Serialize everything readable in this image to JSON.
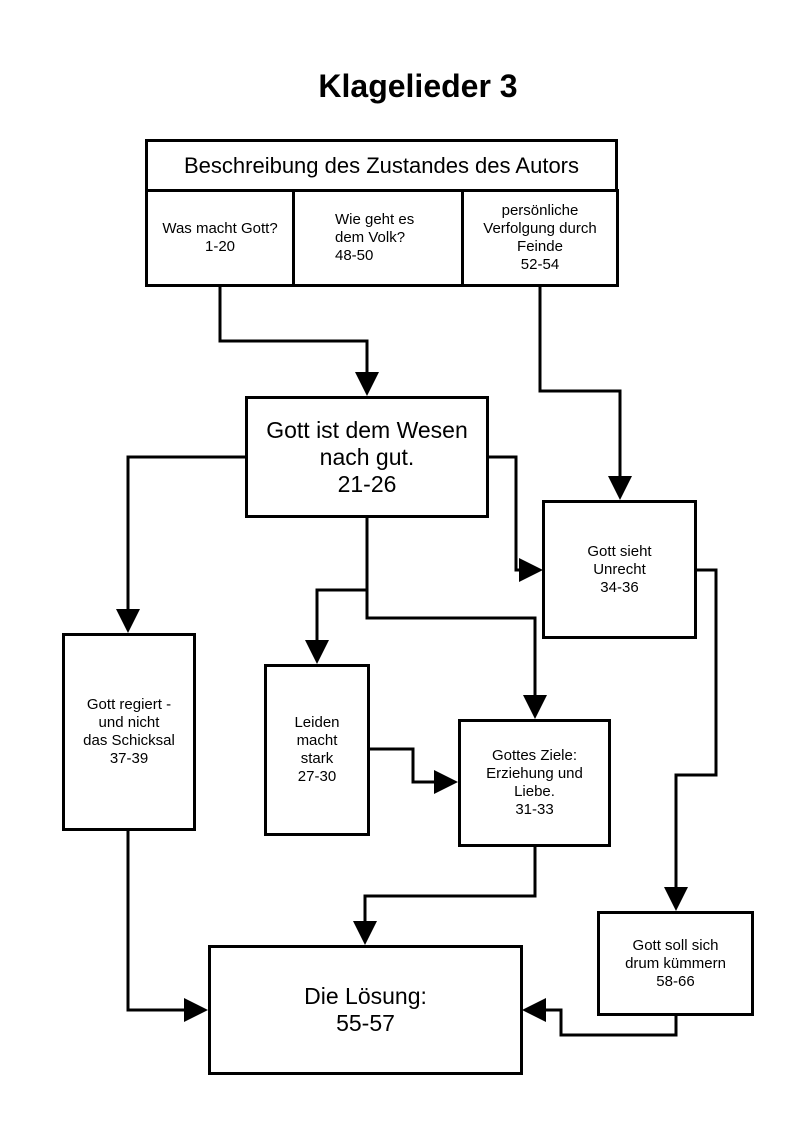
{
  "title": "Klagelieder 3",
  "header": "Beschreibung des Zustandes des Autors",
  "nodes": {
    "was_macht_gott": "Was macht Gott?\n1-20",
    "wie_geht_es": "Wie geht es\ndem Volk?\n48-50",
    "verfolgung": "persönliche\nVerfolgung durch\nFeinde\n52-54",
    "gott_gut": "Gott ist dem Wesen\nnach gut.\n21-26",
    "gott_sieht": "Gott sieht\nUnrecht\n34-36",
    "gott_regiert": "Gott regiert -\nund nicht\ndas Schicksal\n37-39",
    "leiden": "Leiden\nmacht\nstark\n27-30",
    "ziele": "Gottes Ziele:\nErziehung und\nLiebe.\n31-33",
    "kuemmern": "Gott soll sich\ndrum kümmern\n58-66",
    "loesung": "Die Lösung:\n55-57"
  }
}
